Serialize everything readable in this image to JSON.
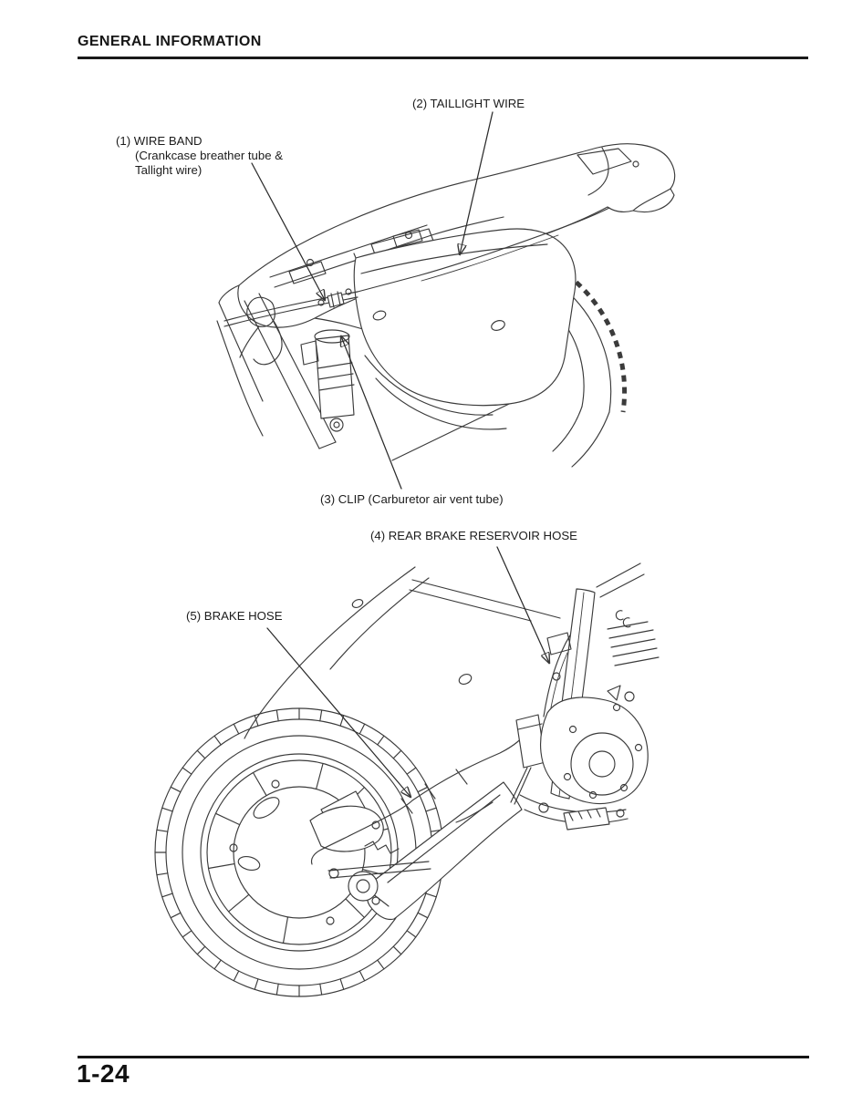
{
  "header": {
    "title": "GENERAL INFORMATION"
  },
  "figures": {
    "top": {
      "callout_1_line1": "(1) WIRE BAND",
      "callout_1_line2": "(Crankcase breather tube &",
      "callout_1_line3": "Tallight wire)",
      "callout_2": "(2) TAILLIGHT WIRE",
      "callout_3": "(3) CLIP (Carburetor air vent tube)"
    },
    "bottom": {
      "callout_4": "(4) REAR BRAKE RESERVOIR HOSE",
      "callout_5": "(5) BRAKE HOSE"
    }
  },
  "footer": {
    "page_number": "1-24"
  },
  "colors": {
    "paper": "#ffffff",
    "ink": "#1c1c1c",
    "line_art": "#3b3b3b"
  }
}
